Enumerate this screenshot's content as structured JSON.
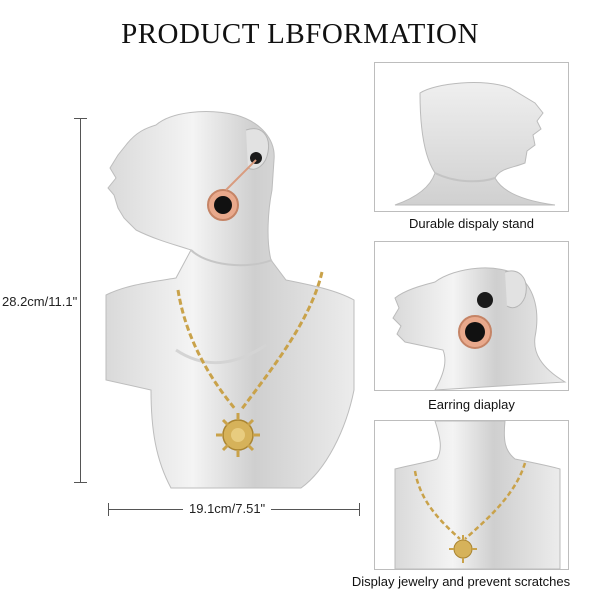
{
  "title": "PRODUCT LBFORMATION",
  "dimensions": {
    "height_label": "28.2cm/11.1\"",
    "width_label": "19.1cm/7.51\""
  },
  "panels": [
    {
      "caption": "Durable dispaly stand"
    },
    {
      "caption": "Earring diaplay"
    },
    {
      "caption": "Display jewelry and prevent scratches"
    }
  ]
}
